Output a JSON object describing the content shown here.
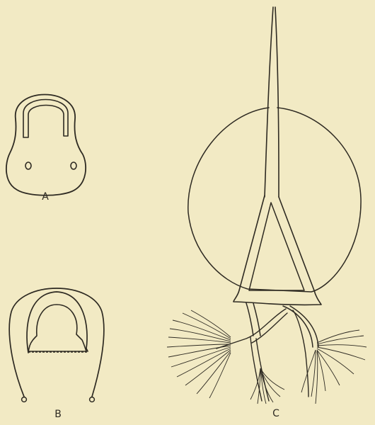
{
  "figure": {
    "panels": [
      {
        "id": "A",
        "label": "A"
      },
      {
        "id": "B",
        "label": "B"
      },
      {
        "id": "C",
        "label": "C"
      }
    ],
    "ink_color": "#2e2a22",
    "paper_color": "#f2eac4"
  }
}
